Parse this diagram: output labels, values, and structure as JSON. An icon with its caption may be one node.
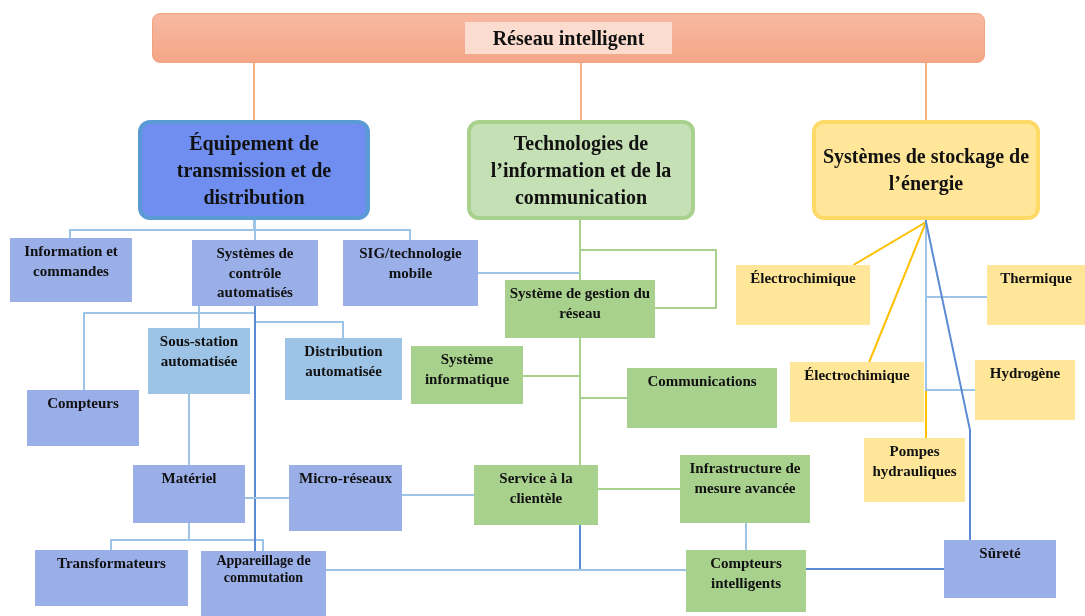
{
  "diagram": {
    "nodes": [
      {
        "text": [
          "Réseau intelligent"
        ]
      },
      {
        "text": [
          "Équipement de transmission et de distribution"
        ]
      },
      {
        "text": [
          "Technologies de l’information et de la communication"
        ]
      },
      {
        "text": [
          "Systèmes de stockage de l’énergie"
        ]
      },
      {
        "text": [
          "Information et commandes"
        ]
      },
      {
        "text": [
          "Systèmes de contrôle automatisés"
        ]
      },
      {
        "text": [
          "SIG/technologie mobile"
        ]
      },
      {
        "text": [
          "Système de gestion du réseau"
        ]
      },
      {
        "text": [
          "Sous-station automatisée"
        ]
      },
      {
        "text": [
          "Distribution automatisée"
        ]
      },
      {
        "text": [
          "Compteurs"
        ]
      },
      {
        "text": [
          "Système informatique"
        ]
      },
      {
        "text": [
          "Communications"
        ]
      },
      {
        "text": [
          "Matériel"
        ]
      },
      {
        "text": [
          "Micro-réseaux"
        ]
      },
      {
        "text": [
          "Service à la clientèle"
        ]
      },
      {
        "text": [
          "Infrastructure de mesure avancée"
        ]
      },
      {
        "text": [
          "Transformateurs"
        ]
      },
      {
        "text": [
          "Appareillage de commutation"
        ]
      },
      {
        "text": [
          "Compteurs intelligents"
        ]
      },
      {
        "text": [
          "Sûreté"
        ]
      },
      {
        "text": [
          "Électrochimique"
        ]
      },
      {
        "text": [
          "Thermique"
        ]
      },
      {
        "text": [
          "Électrochimique"
        ]
      },
      {
        "text": [
          "Hydrogène"
        ]
      },
      {
        "text": [
          "Pompes hydrauliques"
        ]
      }
    ],
    "edges": [
      {
        "from": 0,
        "to": 1,
        "arrow": "none",
        "color": "#f4b183"
      },
      {
        "from": 0,
        "to": 2,
        "arrow": "none",
        "color": "#f4b183"
      },
      {
        "from": 0,
        "to": 3,
        "arrow": "none",
        "color": "#f4b183"
      },
      {
        "from": 1,
        "to": 4,
        "arrow": "none"
      },
      {
        "from": 1,
        "to": 5,
        "arrow": "none"
      },
      {
        "from": 1,
        "to": 6,
        "arrow": "none"
      },
      {
        "from": 5,
        "to": 10,
        "arrow": "none"
      },
      {
        "from": 5,
        "to": 8,
        "arrow": "none"
      },
      {
        "from": 5,
        "to": 9,
        "arrow": "none"
      },
      {
        "from": 8,
        "to": 13,
        "arrow": "none"
      },
      {
        "from": 13,
        "to": 17,
        "arrow": "none"
      },
      {
        "from": 13,
        "to": 18,
        "arrow": "none"
      },
      {
        "from": 5,
        "to": 18,
        "arrow": "none",
        "color": "#5b8bd4"
      },
      {
        "from": 13,
        "to": 14,
        "arrow": "none"
      },
      {
        "from": 14,
        "to": 15,
        "arrow": "none"
      },
      {
        "from": 6,
        "to": 2,
        "arrow": "none"
      },
      {
        "from": 2,
        "to": 7,
        "arrow": "none",
        "color": "#a9d18e"
      },
      {
        "from": 2,
        "to": 7,
        "arrow": "none",
        "color": "#a9d18e"
      },
      {
        "from": 7,
        "to": 11,
        "arrow": "none",
        "color": "#a9d18e"
      },
      {
        "from": 7,
        "to": 12,
        "arrow": "none",
        "color": "#a9d18e"
      },
      {
        "from": 7,
        "to": 15,
        "arrow": "none",
        "color": "#a9d18e"
      },
      {
        "from": 15,
        "to": 16,
        "arrow": "none",
        "color": "#a9d18e"
      },
      {
        "from": 16,
        "to": 19,
        "arrow": "none"
      },
      {
        "from": 15,
        "to": 19,
        "arrow": "none",
        "color": "#5b8bd4"
      },
      {
        "from": 18,
        "to": 19,
        "arrow": "none"
      },
      {
        "from": 19,
        "to": 20,
        "arrow": "none",
        "color": "#5b8bd4"
      },
      {
        "from": 3,
        "to": 21,
        "arrow": "none",
        "color": "#ffc000"
      },
      {
        "from": 3,
        "to": 23,
        "arrow": "none",
        "color": "#ffc000"
      },
      {
        "from": 3,
        "to": 25,
        "arrow": "none",
        "color": "#ffc000"
      },
      {
        "from": 3,
        "to": 22,
        "arrow": "none"
      },
      {
        "from": 3,
        "to": 24,
        "arrow": "none"
      },
      {
        "from": 3,
        "to": 20,
        "arrow": "none",
        "color": "#5b8bd4"
      }
    ]
  }
}
